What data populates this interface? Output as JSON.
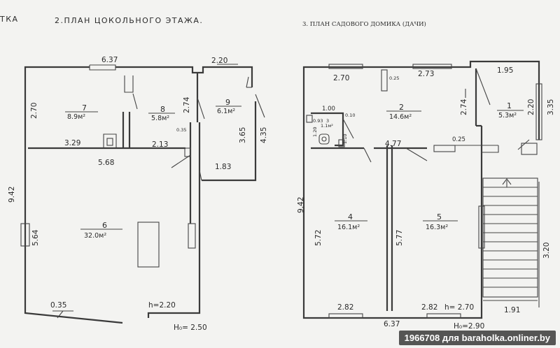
{
  "plan_left": {
    "partial_title": "ТКА",
    "title": "2.ПЛАН ЦОКОЛЬНОГО ЭТАЖА.",
    "dims": {
      "top": "6.37",
      "top_right": "2.20",
      "h270": "2.70",
      "h274": "2.74",
      "h365": "3.65",
      "h435": "4.35",
      "d035": "0.35",
      "d329": "3.29",
      "d213": "2.13",
      "d568": "5.68",
      "d183": "1.83",
      "d942": "9.42",
      "d564": "5.64",
      "bottom_035": "0.35",
      "h_inner": "h=2.20",
      "h_outer": "H₀= 2.50"
    },
    "rooms": [
      {
        "num": "7",
        "area": "8.9м²"
      },
      {
        "num": "8",
        "area": "5.8м²"
      },
      {
        "num": "9",
        "area": "6.1м²"
      },
      {
        "num": "6",
        "area": "32.0м²"
      }
    ]
  },
  "plan_right": {
    "title": "3. ПЛАН САДОВОГО ДОМИКА (ДАЧИ)",
    "dims": {
      "d270": "2.70",
      "d025a": "0.25",
      "d273": "2.73",
      "d195": "1.95",
      "d274": "2.74",
      "d220": "2.20",
      "d335": "3.35",
      "d100": "1.00",
      "d010": "0.10",
      "d093": "0.93",
      "d477": "4.77",
      "d025b": "0.25",
      "d120": "1.20",
      "d110": "1.10",
      "d942": "9.42",
      "d572": "5.72",
      "d577": "5.77",
      "d320": "3.20",
      "d282a": "2.82",
      "d282b": "2.82",
      "h_inner": "h= 2.70",
      "d191": "1.91",
      "d637": "6.37",
      "h_outer": "H₀=2.90"
    },
    "rooms": [
      {
        "num": "1",
        "area": "5.3м²"
      },
      {
        "num": "2",
        "area": "14.6м²"
      },
      {
        "num": "3",
        "area": "1.1м²"
      },
      {
        "num": "4",
        "area": "16.1м²"
      },
      {
        "num": "5",
        "area": "16.3м²"
      }
    ]
  },
  "watermark": "1966708 для baraholka.onliner.by"
}
